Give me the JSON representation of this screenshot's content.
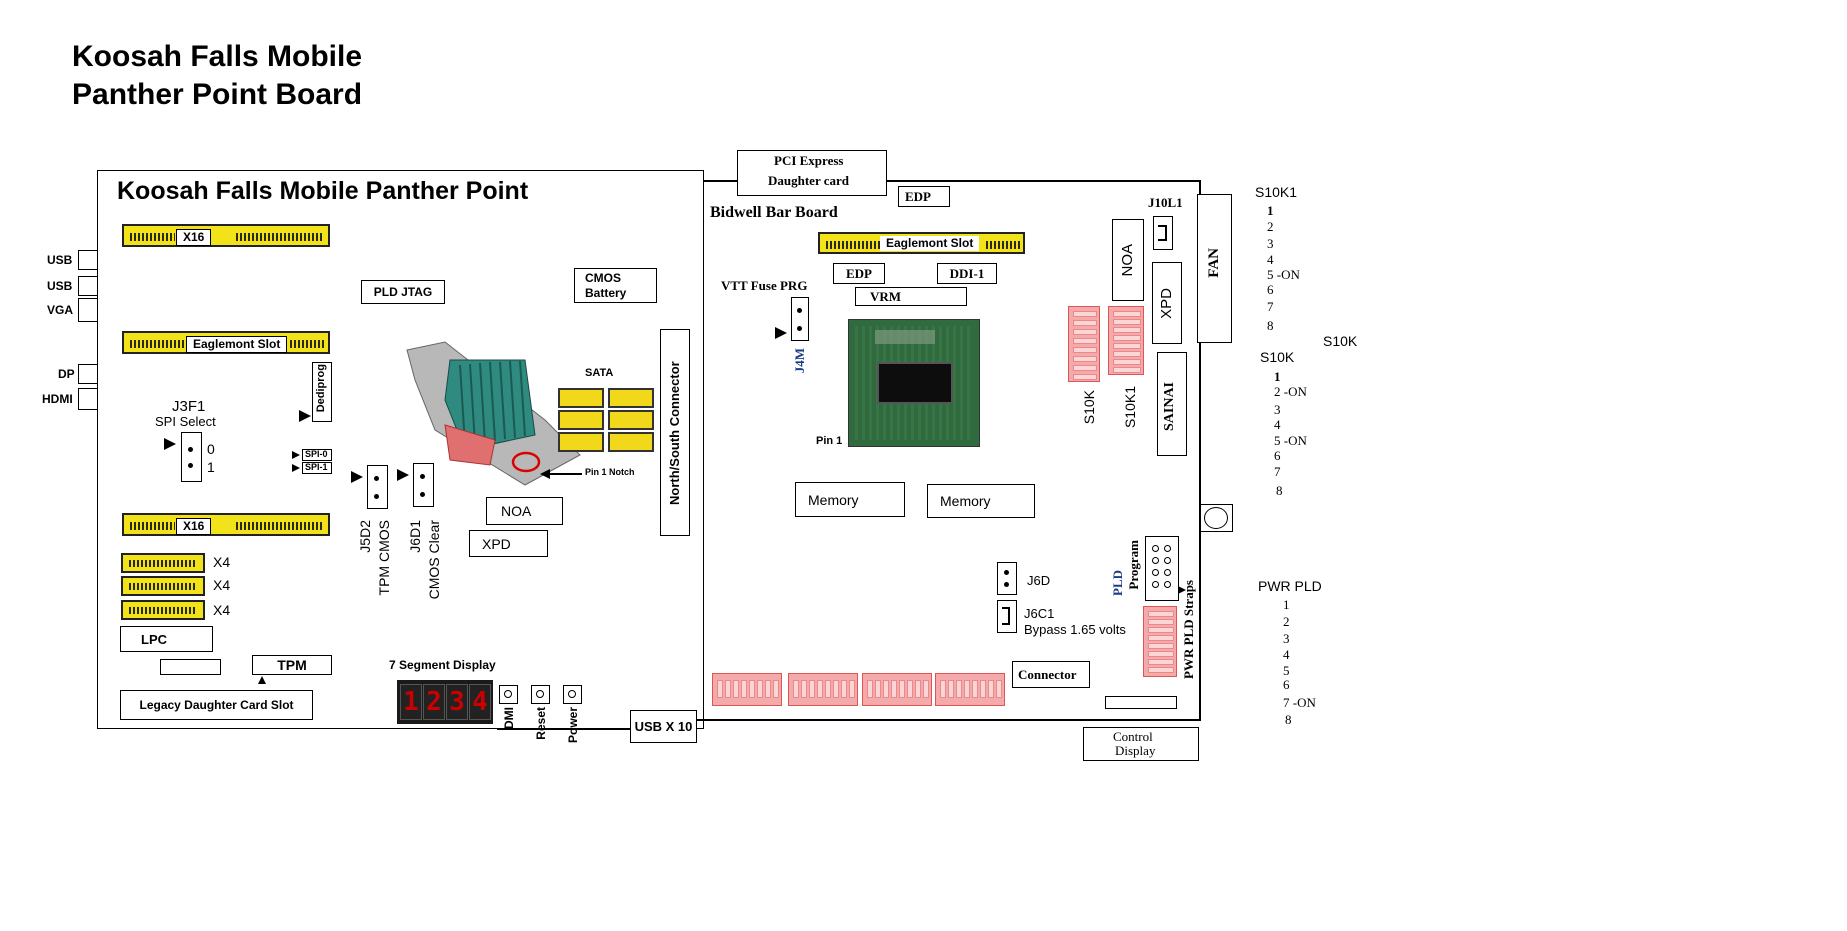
{
  "title_line1": "Koosah Falls Mobile",
  "title_line2": "Panther Point Board",
  "left_board": {
    "title": "Koosah Falls Mobile Panther Point",
    "slot_x16_top": "X16",
    "slot_eaglemont": "Eaglemont Slot",
    "slot_x16_bottom": "X16",
    "slot_x4": [
      "X4",
      "X4",
      "X4"
    ],
    "pld_jtag": "PLD JTAG",
    "cmos_battery_1": "CMOS",
    "cmos_battery_2": "Battery",
    "sata": "SATA",
    "north_south_connector": "North/South Connector",
    "dediprog": "Dediprog",
    "j3f1": "J3F1",
    "spi_select": "SPI Select",
    "spi_0_num": "0",
    "spi_1_num": "1",
    "spi0": "SPI-0",
    "spi1": "SPI-1",
    "j5d2": "J5D2",
    "tpm_cmos": "TPM CMOS",
    "j6d1": "J6D1",
    "cmos_clear": "CMOS Clear",
    "pin1_notch": "Pin 1 Notch",
    "noa": "NOA",
    "xpd": "XPD",
    "lpc": "LPC",
    "tpm": "TPM",
    "legacy_slot": "Legacy Daughter Card Slot",
    "seven_seg_label": "7 Segment Display",
    "seven_seg_digits": [
      "1",
      "2",
      "3",
      "4"
    ],
    "dmi": "DMI",
    "reset": "Reset",
    "power": "Power",
    "usb_x10": "USB X 10",
    "ports": [
      "USB",
      "USB",
      "VGA",
      "DP",
      "HDMI"
    ]
  },
  "right_board": {
    "pci_express_1": "PCI Express",
    "pci_express_2": "Daughter card",
    "edp_top": "EDP",
    "title": "Bidwell Bar Board",
    "eaglemont": "Eaglemont Slot",
    "edp": "EDP",
    "ddi1": "DDI-1",
    "vrm": "VRM",
    "vtt_fuse": "VTT Fuse PRG",
    "j4m": "J4M",
    "pin1": "Pin 1",
    "memory1": "Memory",
    "memory2": "Memory",
    "j10l1": "J10L1",
    "noa": "NOA",
    "xpd": "XPD",
    "fan": "FAN",
    "s10k_label": "S10K",
    "s10k1_label": "S10K1",
    "sainai": "SAINAI",
    "j6d": "J6D",
    "j6c1": "J6C1",
    "bypass": "Bypass 1.65 volts",
    "pld_program_1": "PLD",
    "pld_program_2": "Program",
    "pwr_pld_straps": "PWR PLD Straps",
    "connector": "Connector",
    "control_display_1": "Control",
    "control_display_2": "Display"
  },
  "side_lists": {
    "s10k1_title": "S10K1",
    "s10k1_items": [
      "1",
      "2",
      "3",
      "4",
      "5 -ON",
      "6",
      "7",
      "8"
    ],
    "s10k_side": "S10K",
    "s10k_title": "S10K",
    "s10k_items": [
      "1",
      "2 -ON",
      "3",
      "4",
      "5 -ON",
      "6",
      "7",
      "8"
    ],
    "pwr_pld_title": "PWR PLD",
    "pwr_pld_items": [
      "1",
      "2",
      "3",
      "4",
      "5",
      "6",
      "7 -ON",
      "8"
    ]
  }
}
